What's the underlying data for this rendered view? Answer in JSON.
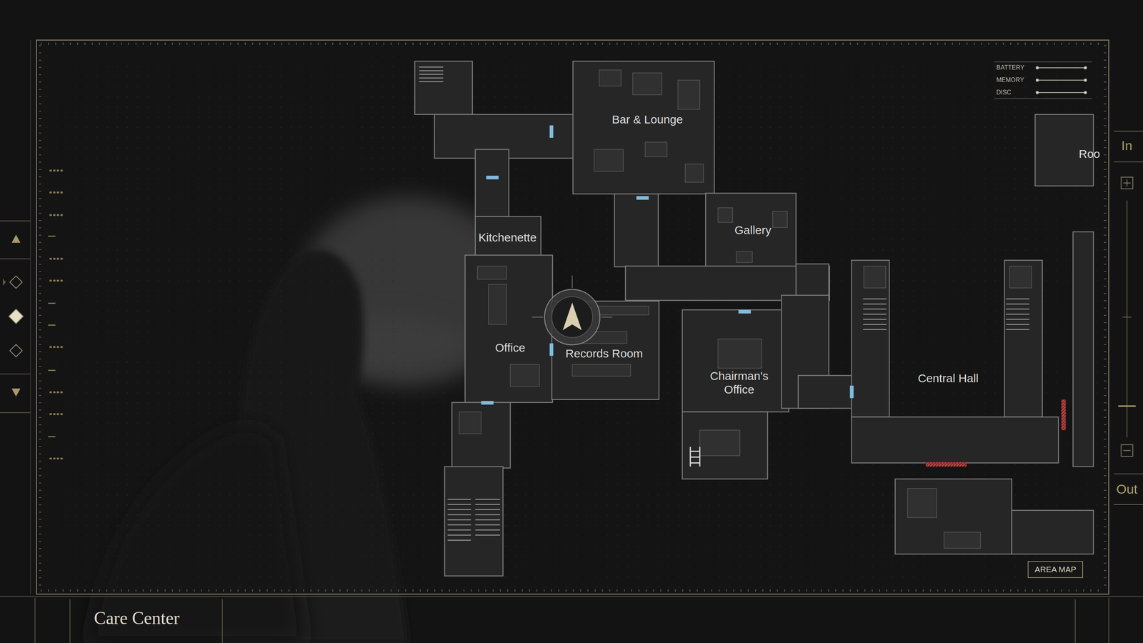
{
  "diagram": {
    "title": "Care Center",
    "nodes": [
      {
        "text": [
          "Bar & Lounge"
        ]
      },
      {
        "text": [
          "Kitchenette"
        ]
      },
      {
        "text": [
          "Gallery"
        ]
      },
      {
        "text": [
          "Office"
        ]
      },
      {
        "text": [
          "Records Room"
        ]
      },
      {
        "text": [
          "Chairman's Office"
        ]
      },
      {
        "text": [
          "Central Hall"
        ]
      },
      {
        "text": [
          "AREA MAP"
        ]
      }
    ],
    "labels": [
      "BATTERY",
      "MEMORY",
      "DISC",
      "Roo",
      "In",
      "Out"
    ]
  }
}
